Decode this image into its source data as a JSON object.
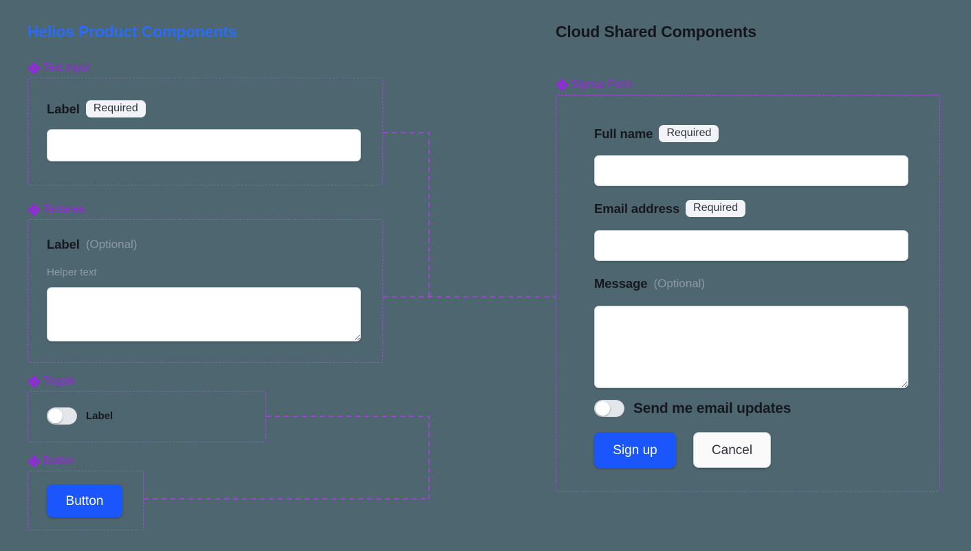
{
  "canvas": {
    "background": "#4d666f",
    "accent_blue": "#2b6cf6",
    "accent_purple": "#9b23e8",
    "panel_border": "#b43cf0",
    "primary_button": "#1a56fb"
  },
  "columns": {
    "left_title": "Helios Product Components",
    "right_title": "Cloud Shared Components"
  },
  "left_groups": [
    {
      "icon": "diamond-icon",
      "label": "Text Input"
    },
    {
      "icon": "diamond-icon",
      "label": "Textarea"
    },
    {
      "icon": "diamond-icon",
      "label": "Toggle"
    },
    {
      "icon": "diamond-icon",
      "label": "Button"
    }
  ],
  "right_groups": [
    {
      "icon": "diamond-icon",
      "label": "Signup Form"
    }
  ],
  "text_input_panel": {
    "label": "Label",
    "badge": "Required",
    "value": "",
    "placeholder": ""
  },
  "textarea_panel": {
    "label": "Label",
    "optional": "(Optional)",
    "helper": "Helper text",
    "value": "",
    "placeholder": ""
  },
  "toggle_panel": {
    "label": "Label",
    "state": "off"
  },
  "button_panel": {
    "label": "Button"
  },
  "signup_form": {
    "fields": [
      {
        "label": "Full name",
        "badge": "Required",
        "type": "text",
        "value": "",
        "placeholder": ""
      },
      {
        "label": "Email address",
        "badge": "Required",
        "type": "text",
        "value": "",
        "placeholder": ""
      },
      {
        "label": "Message",
        "optional": "(Optional)",
        "type": "textarea",
        "value": "",
        "placeholder": ""
      }
    ],
    "toggle": {
      "label": "Send me email updates",
      "state": "off"
    },
    "primary_button": "Sign up",
    "secondary_button": "Cancel"
  }
}
